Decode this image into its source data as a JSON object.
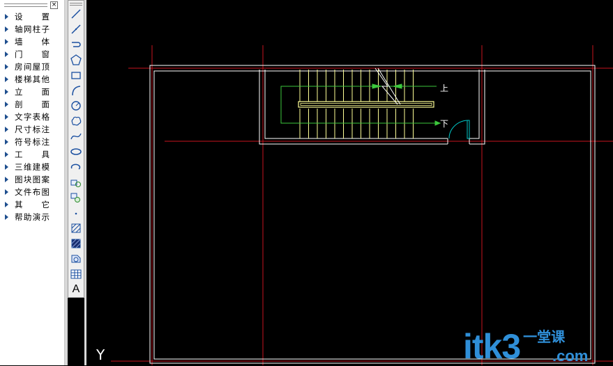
{
  "menu": {
    "close_glyph": "×",
    "items": [
      {
        "label": "设 置"
      },
      {
        "label": "轴网柱子"
      },
      {
        "label": "墙 体"
      },
      {
        "label": "门 窗"
      },
      {
        "label": "房间屋顶"
      },
      {
        "label": "楼梯其他"
      },
      {
        "label": "立 面"
      },
      {
        "label": "剖 面"
      },
      {
        "label": "文字表格"
      },
      {
        "label": "尺寸标注"
      },
      {
        "label": "符号标注"
      },
      {
        "label": "工 具"
      },
      {
        "label": "三维建模"
      },
      {
        "label": "图块图案"
      },
      {
        "label": "文件布图"
      },
      {
        "label": "其 它"
      },
      {
        "label": "帮助演示"
      }
    ]
  },
  "toolbar": {
    "tools": [
      "line-icon",
      "polyline-icon",
      "construction-line-icon",
      "polygon-icon",
      "rectangle-icon",
      "arc-icon",
      "circle-icon",
      "revision-cloud-icon",
      "spline-icon",
      "ellipse-icon",
      "ellipse-arc-icon",
      "insert-block-icon",
      "make-block-icon",
      "point-icon",
      "hatch-icon",
      "gradient-icon",
      "region-icon",
      "table-icon",
      "text-icon"
    ],
    "text_tool_glyph": "A"
  },
  "drawing": {
    "stair_up_label": "上",
    "stair_down_label": "下",
    "ucs_label": "Y",
    "colors": {
      "axis": "#c8141e",
      "wall": "#ffffff",
      "stair": "#ffff96",
      "arrow": "#3cc83c",
      "door": "#00c8c8"
    }
  },
  "watermark": {
    "brand": "itk3",
    "tagline": "一堂课",
    "domain": ".com"
  }
}
